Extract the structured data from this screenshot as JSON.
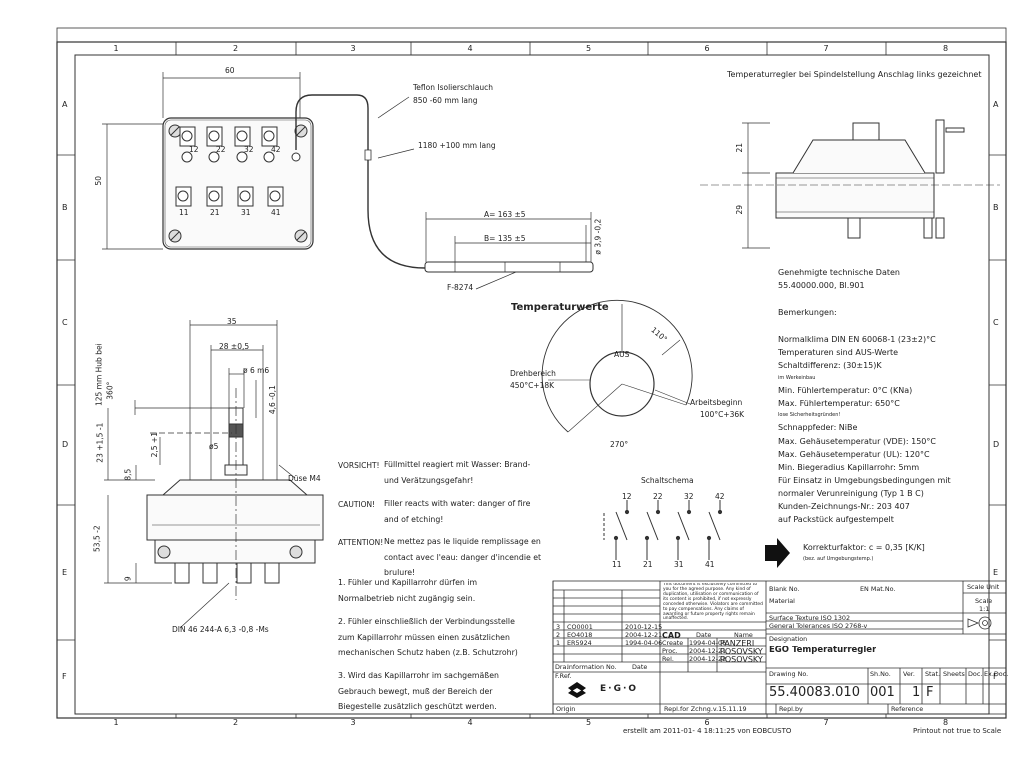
{
  "frame": {
    "columns": [
      "1",
      "2",
      "3",
      "4",
      "5",
      "6",
      "7",
      "8"
    ],
    "rows": [
      "A",
      "B",
      "C",
      "D",
      "E",
      "F"
    ]
  },
  "header_note": "Temperaturregler bei Spindelstellung Anschlag links gezeichnet",
  "top_view": {
    "dim_width": "60",
    "dim_height": "50",
    "tube1_label": "Teflon Isolierschlauch",
    "tube1_len": "850 -60 mm lang",
    "tube2_len": "1180 +100 mm lang",
    "dim_a": "A= 163 ±5",
    "dim_b": "B= 135 ±5",
    "dim_d": "ø 3,9 -0,2",
    "part_f": "F-8274",
    "terminals_top": [
      "12",
      "22",
      "32",
      "42"
    ],
    "terminals_bottom": [
      "11",
      "21",
      "31",
      "41"
    ]
  },
  "side_view": {
    "dim_35": "35",
    "dim_28": "28 ±0,5",
    "dim_6": "ø 6 m6",
    "dim_46": "4,6 -0,1",
    "dim_hub": "125 mm Hub bei",
    "dim_360": "360°",
    "dim_23": "23 +1,5 -1",
    "dim_25": "2,5 +1",
    "dim_5": "ø5",
    "dim_85": "8,5",
    "dim_535": "53,5 -2",
    "dim_9": "9",
    "nozzle": "Düse M4",
    "din": "DIN 46 244-A 6,3 -0,8 -Ms"
  },
  "right_view": {
    "dim_21": "21",
    "dim_29": "29"
  },
  "dial": {
    "title": "Temperaturwerte",
    "aus": "AUS",
    "angle_top": "110°",
    "drehbereich": "Drehbereich",
    "drehbereich_val": "450°C+18K",
    "arbeitsbeginn": "Arbeitsbeginn",
    "arbeitsbeginn_val": "100°C+36K",
    "angle_bottom": "270°"
  },
  "schema": {
    "title": "Schaltschema",
    "top": [
      "12",
      "22",
      "32",
      "42"
    ],
    "bottom": [
      "11",
      "21",
      "31",
      "41"
    ]
  },
  "warnings": [
    {
      "label": "VORSICHT!",
      "text": "Füllmittel reagiert mit Wasser: Brand- und Verätzungsgefahr!"
    },
    {
      "label": "CAUTION!",
      "text": "Filler reacts with water: danger of fire and of etching!"
    },
    {
      "label": "ATTENTION!",
      "text": "Ne mettez pas le liquide remplissage en contact avec l'eau: danger d'incendie et brulure!"
    }
  ],
  "notes": [
    "1. Fühler und Kapillarrohr dürfen im Normalbetrieb nicht zugängig sein.",
    "2. Fühler einschließlich der Verbindungsstelle zum Kapillarrohr müssen einen zusätzlichen mechanischen Schutz haben (z.B. Schutzrohr)",
    "3. Wird das Kapillarrohr im sachgemäßen Gebrauch bewegt, muß der Bereich der Biegestelle zusätzlich geschützt werden."
  ],
  "tech": {
    "title": "Genehmigte technische Daten",
    "ref": "55.40000.000, Bl.901",
    "remarks": "Bemerkungen:",
    "lines": [
      "Normalklima DIN EN 60068-1 (23±2)°C",
      "Temperaturen sind AUS-Werte",
      "Schaltdifferenz: (30±15)K",
      "Min. Fühlertemperatur:   0°C (KNa)",
      "Max. Fühlertemperatur: 650°C",
      "Schnappfeder: NiBe",
      "Max. Gehäusetemperatur (VDE): 150°C",
      "Max. Gehäusetemperatur (UL):   120°C",
      "Min. Biegeradius Kapillarrohr: 5mm",
      "Für Einsatz in Umgebungsbedingungen mit",
      "normaler Verunreinigung (Typ 1 B C)",
      "Kunden-Zeichnungs-Nr.: 203 407",
      "auf Packstück aufgestempelt"
    ],
    "small1": "im Werkeinbau",
    "small2": "lose Sicherheitsgründen!",
    "factor": "Korrekturfaktor: c = 0,35 [K/K]",
    "factor_sub": "(bez. auf Umgebungstemp.)"
  },
  "title_block": {
    "copyright": "This document is exclusively committed to you for the agreed purpose. Any kind of duplication, utilisation or communication of its content is prohibited, if not expressly conceded otherwise. Violators are committed to pay compensations. Any claims of awarding or future property rights remain unaffected.",
    "revisions": [
      {
        "idx": "3",
        "info": "CO0001",
        "date": "2010-12-15"
      },
      {
        "idx": "2",
        "info": "EO4018",
        "date": "2004-12-21"
      },
      {
        "idx": "1",
        "info": "ER5924",
        "date": "1994-04-06"
      }
    ],
    "rev_head": [
      "Dra.",
      "Information No.",
      "Date"
    ],
    "cad": "CAD",
    "date_h": "Date",
    "name_h": "Name",
    "create": "Create",
    "create_date": "1994-04-06",
    "create_name": "PANZERI",
    "proc": "Proc.",
    "proc_date": "2004-12-21",
    "proc_name": "POSOVSKY",
    "rel": "Rel.",
    "rel_date": "2004-12-22",
    "rel_name": "POSOVSKY",
    "fref": "F.Ref.",
    "blank": "Blank No.",
    "en_mat": "EN Mat.No.",
    "material": "Material",
    "surface": "Surface Texture ISO 1302",
    "tolerances": "General Tolerances  ISO 2768-v",
    "designation": "Designation",
    "name": "EGO Temperaturregler",
    "drawing_no_label": "Drawing No.",
    "drawing_no": "55.40083.010",
    "sh_label": "Sh.No.",
    "sh": "001",
    "ver_label": "Ver.",
    "ver": "1",
    "stat_label": "Stat.",
    "stat": "F",
    "sheets_label": "Sheets",
    "doc_label": "Doc.",
    "ex_label": "Ex.Doc.",
    "scale_unit": "Scale Unit",
    "scale": "Scale",
    "scale_val": "1:1",
    "origin": "Origin",
    "repl_for": "Repl.for Zchng.v.15.11.19",
    "repl_by": "Repl.by",
    "reference": "Reference",
    "logo": "E·G·O"
  },
  "footer": {
    "created": "erstellt am 2011-01- 4 18:11:25 von EOBCUSTO",
    "printout": "Printout not true to Scale"
  }
}
